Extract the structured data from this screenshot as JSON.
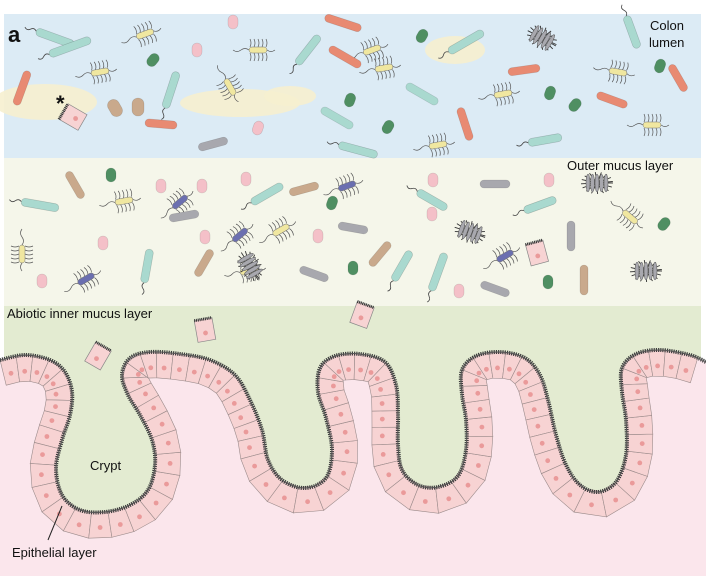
{
  "figure": {
    "panel_letter": "a",
    "labels": {
      "colon_lumen_line1": "Colon",
      "colon_lumen_line2": "lumen",
      "outer_mucus": "Outer mucus layer",
      "inner_mucus": "Abiotic inner mucus layer",
      "crypt": "Crypt",
      "epithelial": "Epithelial layer",
      "asterisk": "*"
    },
    "colors": {
      "lumen_bg": "#dcebf5",
      "outer_mucus_bg": "#f5f6ea",
      "inner_mucus_bg": "#e3ebd1",
      "tissue_bg": "#fbe6ec",
      "cell_fill": "#f7d3d3",
      "nucleus": "#ea9a9a",
      "bacteria_teal": "#a9d9cf",
      "bacteria_salmon": "#e88a72",
      "bacteria_green": "#4f8f62",
      "bacteria_pink": "#f4c0c8",
      "bacteria_tan": "#c9a98c",
      "bacteria_gray": "#a8a8ae",
      "bacteria_yellow": "#f0e7a0",
      "bacteria_purple": "#6b6fb0"
    }
  }
}
